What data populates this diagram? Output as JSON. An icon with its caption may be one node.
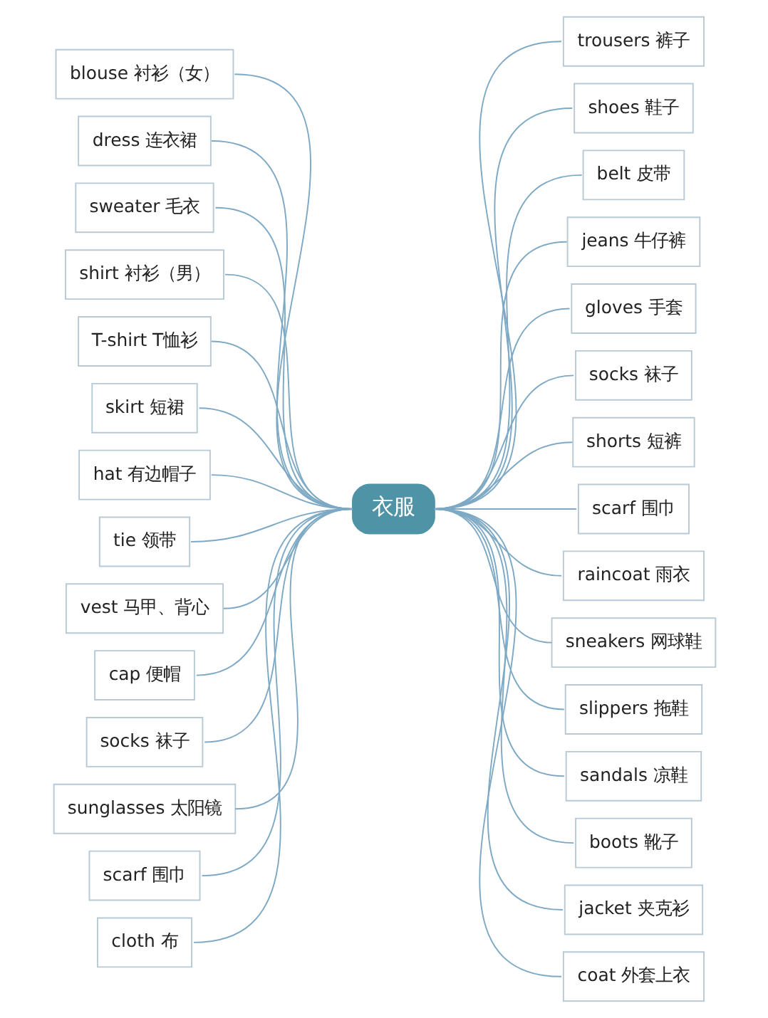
{
  "diagram": {
    "nodes": [
      {
        "text": [
          "衣服"
        ]
      },
      {
        "text": [
          "blouse 衬衫（女）"
        ]
      },
      {
        "text": [
          "dress 连衣裙"
        ]
      },
      {
        "text": [
          "sweater 毛衣"
        ]
      },
      {
        "text": [
          "shirt 衬衫（男）"
        ]
      },
      {
        "text": [
          "T-shirt T恤衫"
        ]
      },
      {
        "text": [
          "skirt 短裙"
        ]
      },
      {
        "text": [
          "hat 有边帽子"
        ]
      },
      {
        "text": [
          "tie 领带"
        ]
      },
      {
        "text": [
          "vest 马甲、背心"
        ]
      },
      {
        "text": [
          "cap 便帽"
        ]
      },
      {
        "text": [
          "socks 袜子"
        ]
      },
      {
        "text": [
          "sunglasses 太阳镜"
        ]
      },
      {
        "text": [
          "scarf 围巾"
        ]
      },
      {
        "text": [
          "cloth 布"
        ]
      },
      {
        "text": [
          "trousers 裤子"
        ]
      },
      {
        "text": [
          "shoes 鞋子"
        ]
      },
      {
        "text": [
          "belt 皮带"
        ]
      },
      {
        "text": [
          "jeans 牛仔裤"
        ]
      },
      {
        "text": [
          "gloves 手套"
        ]
      },
      {
        "text": [
          "socks 袜子"
        ]
      },
      {
        "text": [
          "shorts 短裤"
        ]
      },
      {
        "text": [
          "scarf 围巾"
        ]
      },
      {
        "text": [
          "raincoat 雨衣"
        ]
      },
      {
        "text": [
          "sneakers 网球鞋"
        ]
      },
      {
        "text": [
          "slippers 拖鞋"
        ]
      },
      {
        "text": [
          "sandals 凉鞋"
        ]
      },
      {
        "text": [
          "boots 靴子"
        ]
      },
      {
        "text": [
          "jacket 夹克衫"
        ]
      },
      {
        "text": [
          "coat 外套上衣"
        ]
      }
    ],
    "edges": [
      {
        "from": 1,
        "to": 0,
        "arrow": "none"
      },
      {
        "from": 2,
        "to": 0,
        "arrow": "none"
      },
      {
        "from": 3,
        "to": 0,
        "arrow": "none"
      },
      {
        "from": 4,
        "to": 0,
        "arrow": "none"
      },
      {
        "from": 5,
        "to": 0,
        "arrow": "none"
      },
      {
        "from": 6,
        "to": 0,
        "arrow": "none"
      },
      {
        "from": 7,
        "to": 0,
        "arrow": "none"
      },
      {
        "from": 8,
        "to": 0,
        "arrow": "none"
      },
      {
        "from": 9,
        "to": 0,
        "arrow": "none"
      },
      {
        "from": 10,
        "to": 0,
        "arrow": "none"
      },
      {
        "from": 11,
        "to": 0,
        "arrow": "none"
      },
      {
        "from": 12,
        "to": 0,
        "arrow": "none"
      },
      {
        "from": 13,
        "to": 0,
        "arrow": "none"
      },
      {
        "from": 14,
        "to": 0,
        "arrow": "none"
      },
      {
        "from": 0,
        "to": 15,
        "arrow": "none"
      },
      {
        "from": 0,
        "to": 16,
        "arrow": "none"
      },
      {
        "from": 0,
        "to": 17,
        "arrow": "none"
      },
      {
        "from": 0,
        "to": 18,
        "arrow": "none"
      },
      {
        "from": 0,
        "to": 19,
        "arrow": "none"
      },
      {
        "from": 0,
        "to": 20,
        "arrow": "none"
      },
      {
        "from": 0,
        "to": 21,
        "arrow": "none"
      },
      {
        "from": 0,
        "to": 22,
        "arrow": "none"
      },
      {
        "from": 0,
        "to": 23,
        "arrow": "none"
      },
      {
        "from": 0,
        "to": 24,
        "arrow": "none"
      },
      {
        "from": 0,
        "to": 25,
        "arrow": "none"
      },
      {
        "from": 0,
        "to": 26,
        "arrow": "none"
      },
      {
        "from": 0,
        "to": 27,
        "arrow": "none"
      },
      {
        "from": 0,
        "to": 28,
        "arrow": "none"
      },
      {
        "from": 0,
        "to": 29,
        "arrow": "none"
      }
    ]
  }
}
